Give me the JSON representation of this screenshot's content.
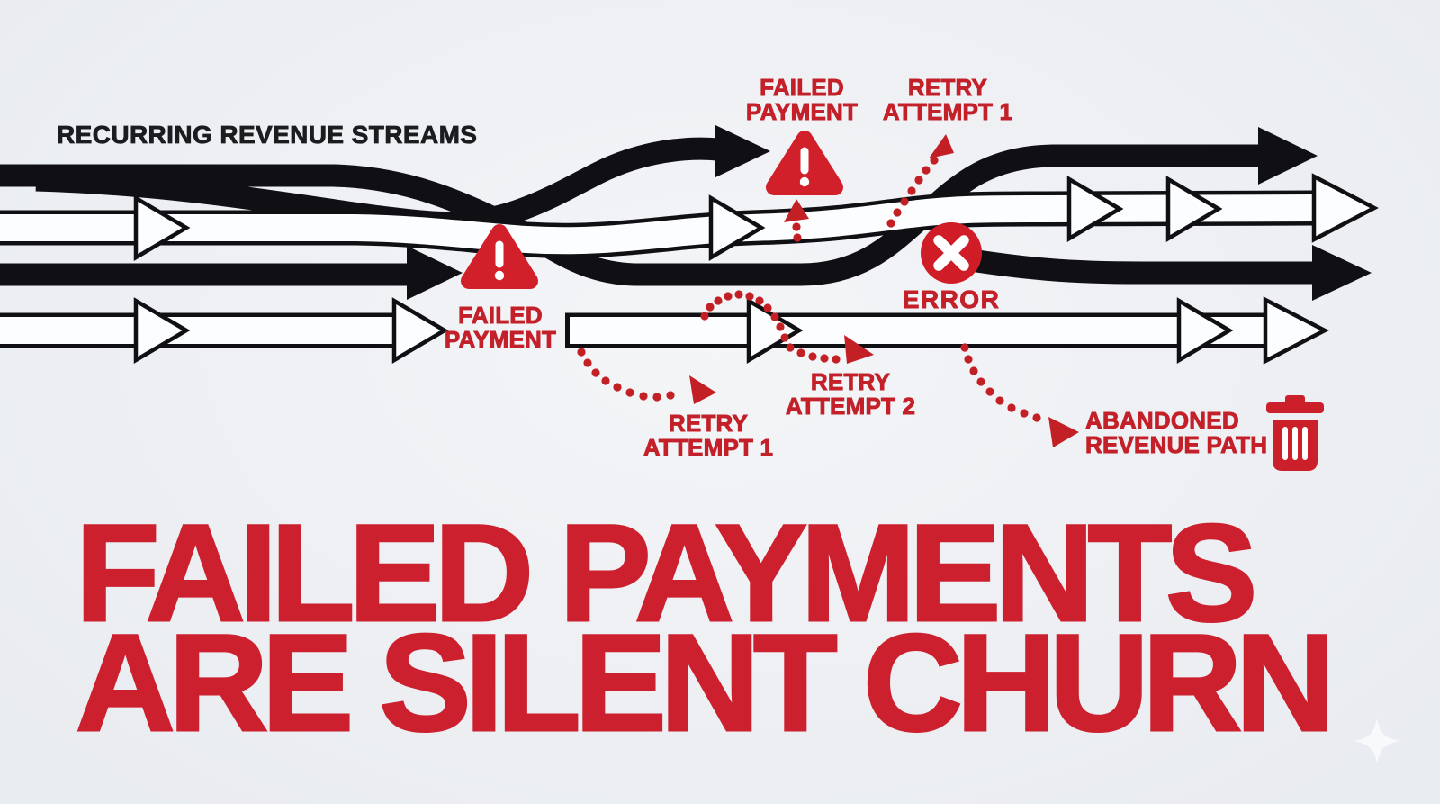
{
  "title": "RECURRING REVENUE STREAMS",
  "colors": {
    "background": "#edeff3",
    "stream_black": "#101014",
    "stream_white": "#fcfdfe",
    "accent_red": "#c32029",
    "marker_red": "#d01c27",
    "headline_red": "#cc202e"
  },
  "markers": {
    "failed_payment_top": {
      "line1": "FAILED",
      "line2": "PAYMENT",
      "icon": "warning-triangle-icon"
    },
    "failed_payment_left": {
      "line1": "FAILED",
      "line2": "PAYMENT",
      "icon": "warning-triangle-icon"
    },
    "retry_attempt_top": {
      "line1": "RETRY",
      "line2": "ATTEMPT 1"
    },
    "retry_attempt_bottom_1": {
      "line1": "RETRY",
      "line2": "ATTEMPT 1"
    },
    "retry_attempt_bottom_2": {
      "line1": "RETRY",
      "line2": "ATTEMPT 2"
    },
    "error": {
      "label": "ERROR",
      "icon": "error-x-circle-icon"
    },
    "abandoned_path": {
      "line1": "ABANDONED",
      "line2": "REVENUE PATH",
      "icon": "trash-icon"
    }
  },
  "headline": {
    "line1": "FAILED PAYMENTS",
    "line2": "ARE SILENT CHURN"
  },
  "decorations": {
    "sparkle": "sparkle-icon"
  }
}
